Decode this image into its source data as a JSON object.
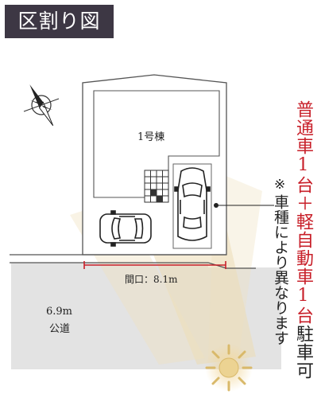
{
  "title": "区割り図",
  "building_label": "1号棟",
  "frontage_label": "間口：8.1m",
  "road_width": "6.9m",
  "road_name": "公道",
  "parking_note_red_prefix": "普通車1台＋軽自動車1台",
  "parking_note_suffix": "駐車可",
  "note_marker": "※",
  "note_text": "車種により異なります",
  "icons": {
    "compass": "north-arrow-icon",
    "sun": "sun-icon",
    "car": "car-icon",
    "stairs": "stairs-icon"
  },
  "colors": {
    "banner": "#3d3744",
    "accent_red": "#c8202a",
    "road": "#e3e3e3",
    "sun": "#d9b96a"
  }
}
